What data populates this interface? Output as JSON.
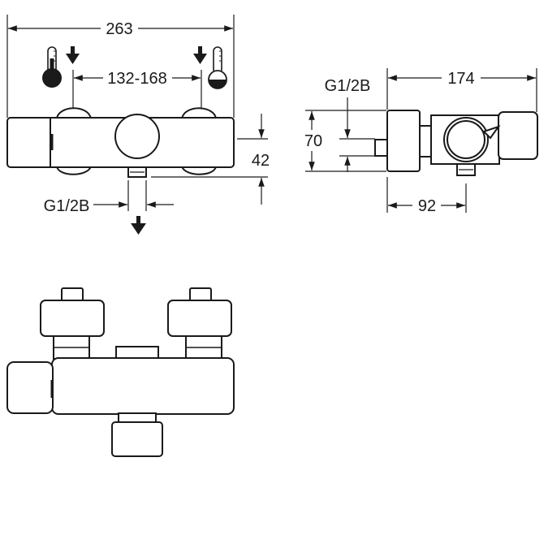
{
  "dimensions": {
    "total_width": "263",
    "inlet_spacing": "132-168",
    "height_offset": "42",
    "outlet_thread": "G1/2B",
    "side_thread": "G1/2B",
    "side_width": "174",
    "side_height": "70",
    "side_depth": "92"
  },
  "colors": {
    "ink": "#1a1a1a",
    "paper": "#ffffff"
  },
  "icons": {
    "hot": "thermometer-hot-icon",
    "cold": "thermometer-cold-icon",
    "flow": "arrow-down-icon"
  }
}
